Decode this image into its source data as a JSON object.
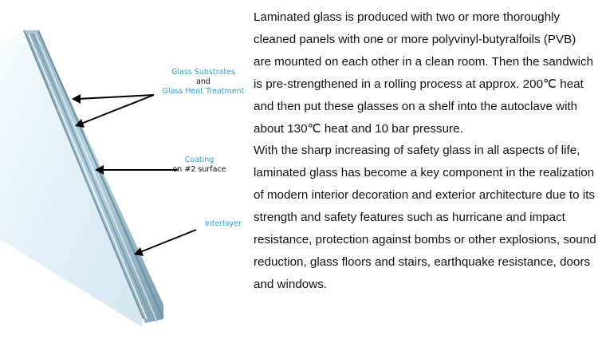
{
  "diagram": {
    "callouts": {
      "substrates_line1": "Glass Substrates",
      "substrates_line2": "and",
      "substrates_line3": "Glass Heat Treatment",
      "coating_line1": "Coating",
      "coating_line2": "on #2 surface",
      "interlayer": "Interlayer"
    },
    "colors": {
      "label_blue": "#2f9fd4",
      "glass_light": "#e4f1f8",
      "glass_edge": "#7fa5b7"
    }
  },
  "description": {
    "paragraph1": "Laminated glass is produced with two or more thoroughly cleaned panels with one or more polyvinyl-butyralfoils (PVB) are mounted on each other in a clean room. Then the sandwich is pre-strengthened in a rolling process at approx. 200℃ heat and then put these glasses on a shelf into the autoclave with about 130℃ heat and 10 bar pressure.",
    "paragraph2": "With the sharp increasing of safety glass in all aspects of life, laminated glass has become a key component in the realization of modern interior decoration and exterior architecture due to its strength and safety features such as hurricane and impact resistance, protection against bombs or other explosions, sound reduction, glass floors and stairs, earthquake resistance, doors and windows."
  }
}
